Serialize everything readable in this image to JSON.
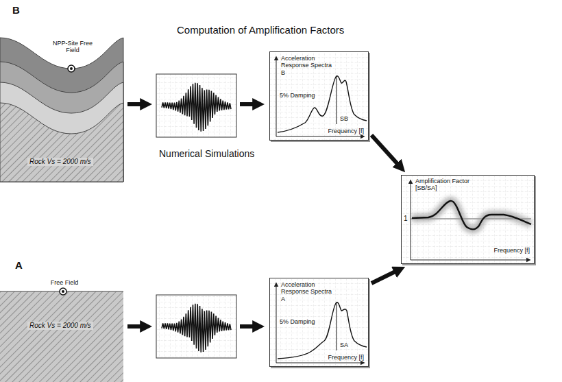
{
  "diagram": {
    "title": "Computation of Amplification Factors",
    "nodes": [
      {
        "text": [
          "NPP-Site Free Field",
          "Rock Vs = 2000 m/s"
        ]
      },
      {
        "text": [
          "Acceleration Response Spectra B",
          "5% Damping",
          "SB",
          "Frequency [f]"
        ]
      },
      {
        "text": [
          "Amplification Factor [SB/SA]",
          "1",
          "Frequency [f]"
        ]
      },
      {
        "text": [
          "Free Field",
          "Rock Vs = 2000 m/s"
        ]
      },
      {
        "text": [
          "Acceleration Response Spectra A",
          "5% Damping",
          "SA",
          "Frequency [f]"
        ]
      }
    ],
    "edges": [
      {
        "from": 1,
        "to": 2,
        "arrow": "to"
      },
      {
        "from": 4,
        "to": 2,
        "arrow": "to"
      }
    ],
    "labels": [
      "B",
      "Numerical Simulations",
      "A"
    ]
  }
}
